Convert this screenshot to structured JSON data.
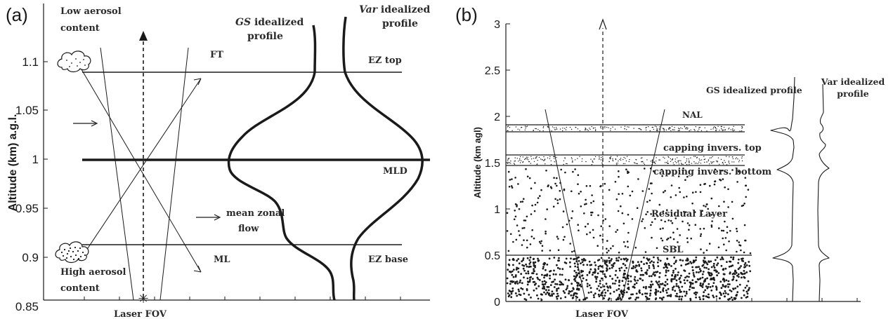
{
  "panel_a": {
    "panel_label": "(a)",
    "ylabel": "Altitude (km) a.g.l.",
    "yticks": [
      "1.1",
      "1.05",
      "1",
      "0.95",
      "0.9",
      "0.85"
    ],
    "labels": {
      "low_aerosol": [
        "Low aerosol",
        "content"
      ],
      "high_aerosol": [
        "High aerosol",
        "content"
      ],
      "gs_profile_var": "GS",
      "gs_profile_rest": " idealized",
      "gs_profile_line2": "profile",
      "var_profile_var": "Var",
      "var_profile_rest": " idealized",
      "var_profile_line2": "profile",
      "ft": "FT",
      "ez_top": "EZ top",
      "mld": "MLD",
      "ml": "ML",
      "ez_base": "EZ base",
      "mean_zonal_flow": [
        "mean zonal",
        "flow"
      ],
      "laser_fov": "Laser FOV"
    }
  },
  "panel_b": {
    "panel_label": "(b)",
    "ylabel": "Altitude (km agl)",
    "yticks": [
      "3",
      "2.5",
      "2",
      "1.5",
      "1",
      "0.5",
      "0"
    ],
    "labels": {
      "gs_profile": "GS idealized profile",
      "var_profile": [
        "Var idealized",
        "profile"
      ],
      "nal": "NAL",
      "capping_top": "capping invers. top",
      "capping_bottom": "capping invers. bottom",
      "residual_layer": "Residual Layer",
      "sbl": "SBL",
      "laser_fov": "Laser FOV"
    }
  },
  "colors": {
    "ink": "#1a1a1a",
    "text": "#2a2a2a",
    "background": "#ffffff"
  }
}
